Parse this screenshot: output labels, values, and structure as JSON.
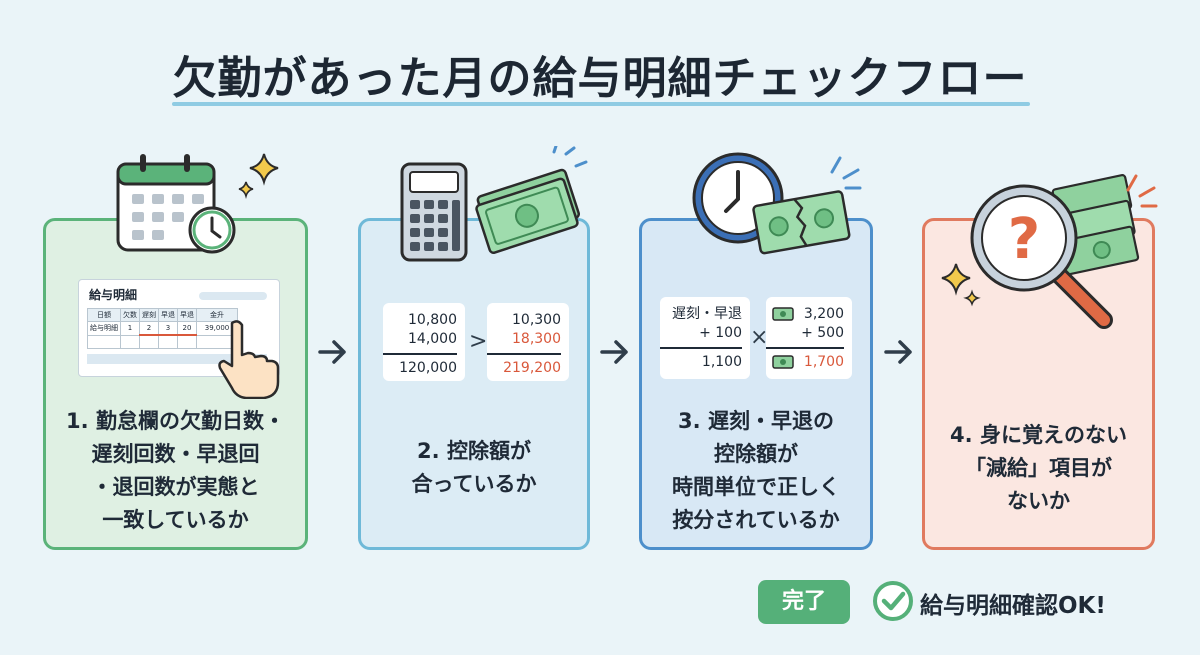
{
  "title": "欠勤があった月の給与明細チェックフロー",
  "steps": [
    {
      "lines": [
        "1. 勤怠欄の欠勤日数・",
        "遅刻回数・早退回",
        "・退回数が実態と",
        "一致しているか"
      ]
    },
    {
      "lines": [
        "2. 控除額が",
        "合っているか"
      ]
    },
    {
      "lines": [
        "3. 遅刻・早退の",
        "控除額が",
        "時間単位で正しく",
        "按分されているか"
      ]
    },
    {
      "lines": [
        "4. 身に覚えのない",
        "「減給」項目が",
        "ないか"
      ]
    }
  ],
  "payslip": {
    "title": "給与明細",
    "headers": [
      "日額",
      "欠数",
      "遅刻",
      "早退",
      "早退",
      "金升"
    ],
    "row": [
      "給与明細",
      "1",
      "2",
      "3",
      "20",
      "39,000"
    ]
  },
  "step2": {
    "left": [
      "10,800",
      "14,000",
      "120,000"
    ],
    "right": [
      "10,300",
      "18,300",
      "219,200"
    ],
    "operator": ">"
  },
  "step3": {
    "left": [
      "遅刻・早退",
      "+ 100",
      "1,100"
    ],
    "right": [
      "3,200",
      "+ 500",
      "1,700"
    ],
    "operator": "×"
  },
  "footer": {
    "done": "完了",
    "ok": "給与明細確認OK!"
  },
  "colors": {
    "green": "#5bb37a",
    "blue": "#4d8fcb",
    "lightblue": "#6fb9d8",
    "red": "#e07a5f"
  }
}
